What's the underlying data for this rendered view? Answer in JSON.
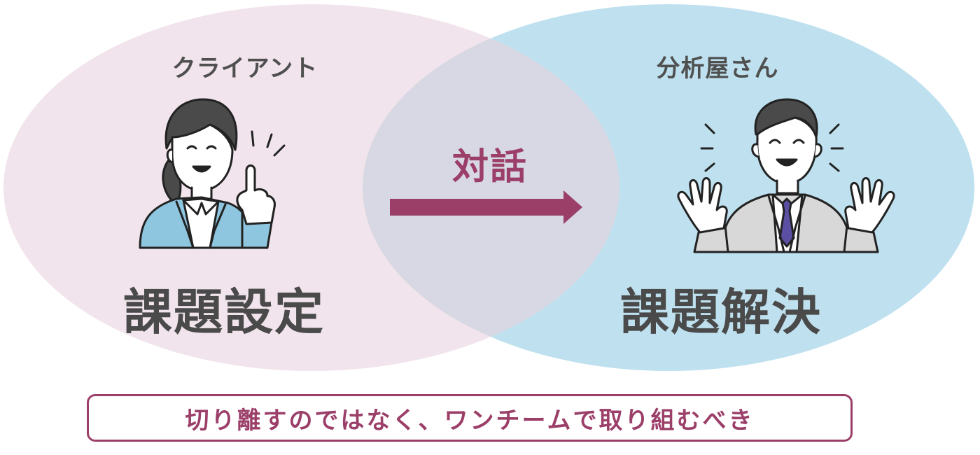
{
  "client": {
    "role": "クライアント",
    "task": "課題設定",
    "icon": "businesswoman-pointing-icon"
  },
  "analyst": {
    "role": "分析屋さん",
    "task": "課題解決",
    "icon": "businessman-waving-icon"
  },
  "center": {
    "label": "対話",
    "icon": "right-arrow-icon"
  },
  "footer": {
    "message": "切り離すのではなく、ワンチームで取り組むべき"
  },
  "colors": {
    "client_circle": "#f1e4ec",
    "analyst_circle": "#bfe1ef",
    "overlap": "#d7d8e3",
    "accent": "#9b3f69",
    "text": "#4a4a4a"
  }
}
